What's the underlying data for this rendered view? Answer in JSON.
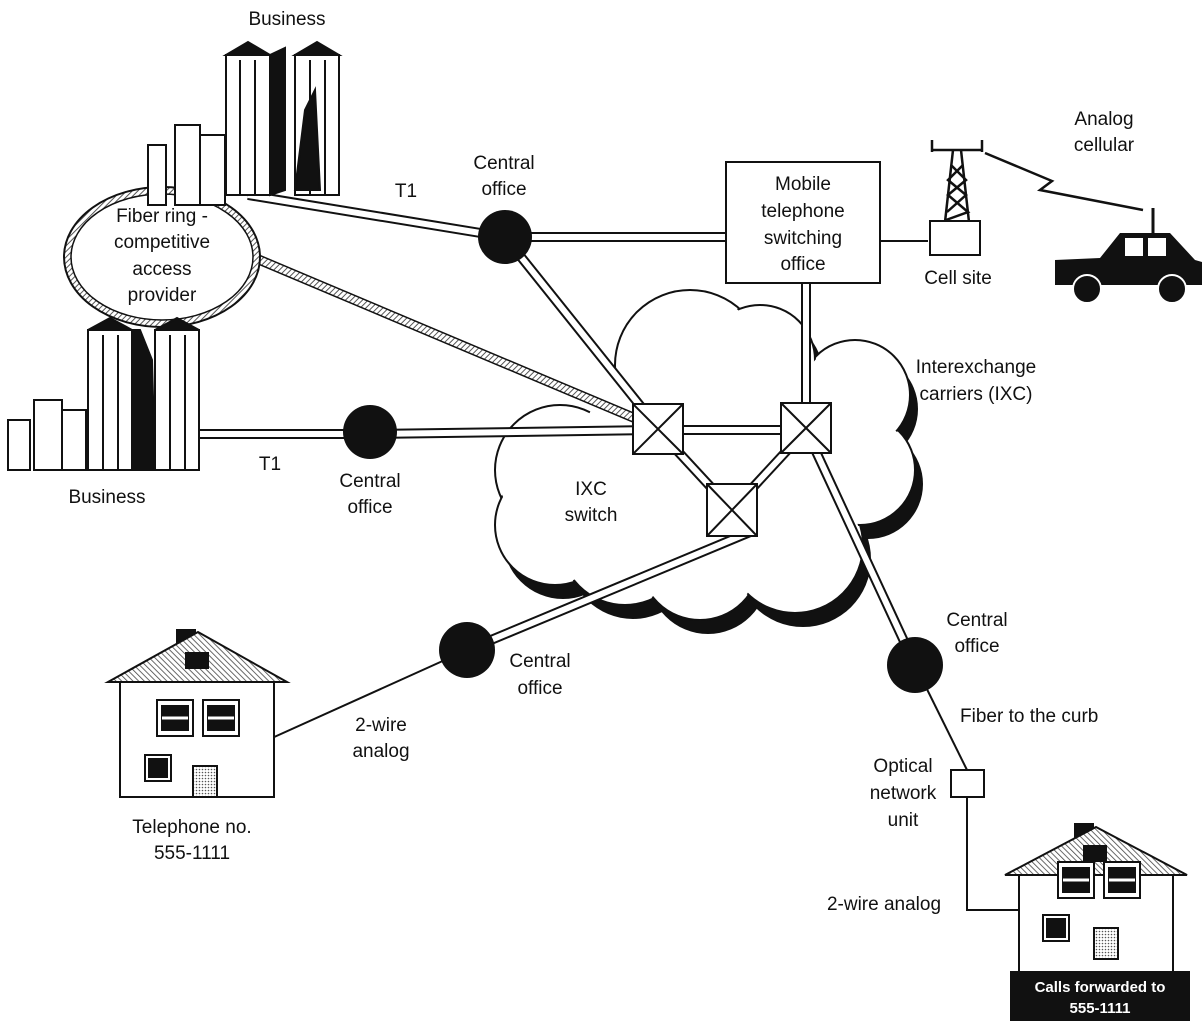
{
  "labels": {
    "business_top": "Business",
    "business_bottom": "Business",
    "fiber_ring": [
      "Fiber ring -",
      "competitive",
      "access",
      "provider"
    ],
    "t1_top": "T1",
    "t1_bottom": "T1",
    "central_office_top": [
      "Central",
      "office"
    ],
    "central_office_left": [
      "Central",
      "office"
    ],
    "central_office_home": [
      "Central",
      "office"
    ],
    "central_office_right": [
      "Central",
      "office"
    ],
    "mtso": [
      "Mobile",
      "telephone",
      "switching",
      "office"
    ],
    "cell_site": "Cell site",
    "analog_cellular": [
      "Analog",
      "cellular"
    ],
    "interexchange": [
      "Interexchange",
      "carriers (IXC)"
    ],
    "ixc_switch": [
      "IXC",
      "switch"
    ],
    "two_wire_left": [
      "2-wire",
      "analog"
    ],
    "telephone_no": [
      "Telephone no.",
      "555-1111"
    ],
    "fiber_to_curb": "Fiber to the curb",
    "onu": [
      "Optical",
      "network",
      "unit"
    ],
    "two_wire_right": "2-wire analog",
    "calls_forwarded": [
      "Calls forwarded to",
      "555-1111"
    ]
  }
}
